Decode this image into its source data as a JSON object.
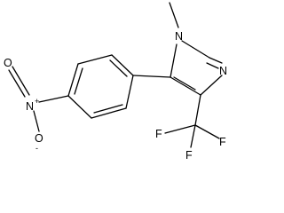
{
  "molecule": {
    "atoms": {
      "n1": "N",
      "n3": "N",
      "methyl": "",
      "nitro_n": "N",
      "nitro_o_top": "O",
      "nitro_o_bottom": "O",
      "f1": "F",
      "f2": "F",
      "f3": "F"
    },
    "charges": {
      "nitro_n": "+",
      "nitro_o_bottom": "-"
    }
  },
  "colors": {
    "bond": "#000000",
    "label": "#000000",
    "background": "#ffffff"
  }
}
